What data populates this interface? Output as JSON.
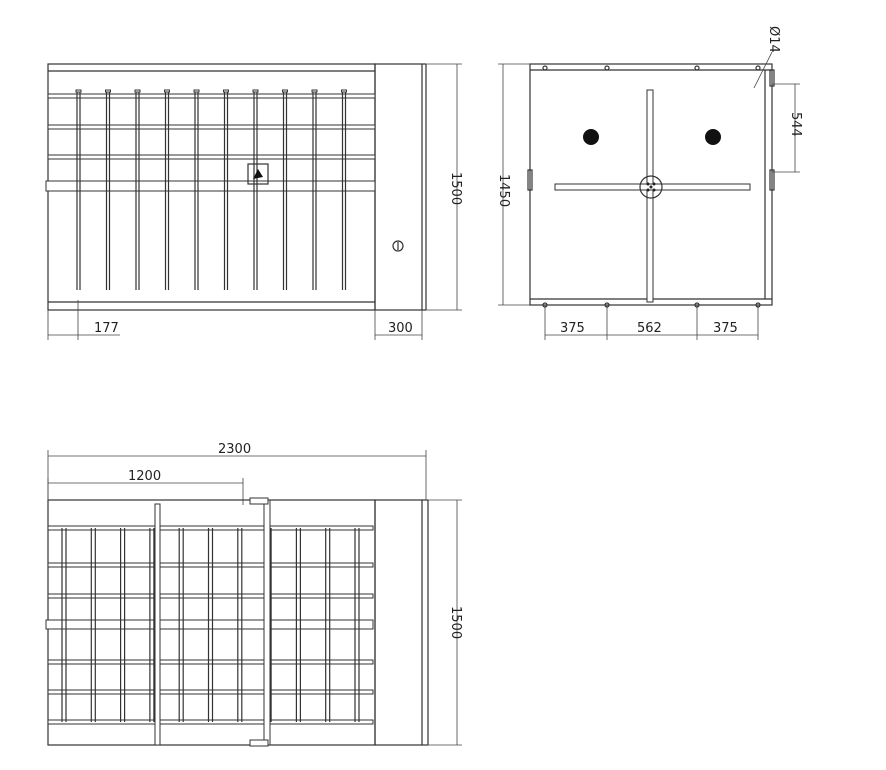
{
  "title": "",
  "views": {
    "front": {
      "dims": {
        "overall_height": "1500",
        "pole_offset": "177",
        "column_width": "300"
      }
    },
    "side": {
      "dims": {
        "height": "1450",
        "hole_diameter": "Ø14",
        "hole_spacing": "544",
        "left_spacing": "375",
        "middle_spacing": "562",
        "right_spacing": "375"
      }
    },
    "top": {
      "dims": {
        "overall_length": "2300",
        "half_length": "1200",
        "overall_width": "1500"
      }
    }
  },
  "colors": {
    "line": "#333333",
    "background": "#ffffff",
    "fill": "#111111"
  }
}
